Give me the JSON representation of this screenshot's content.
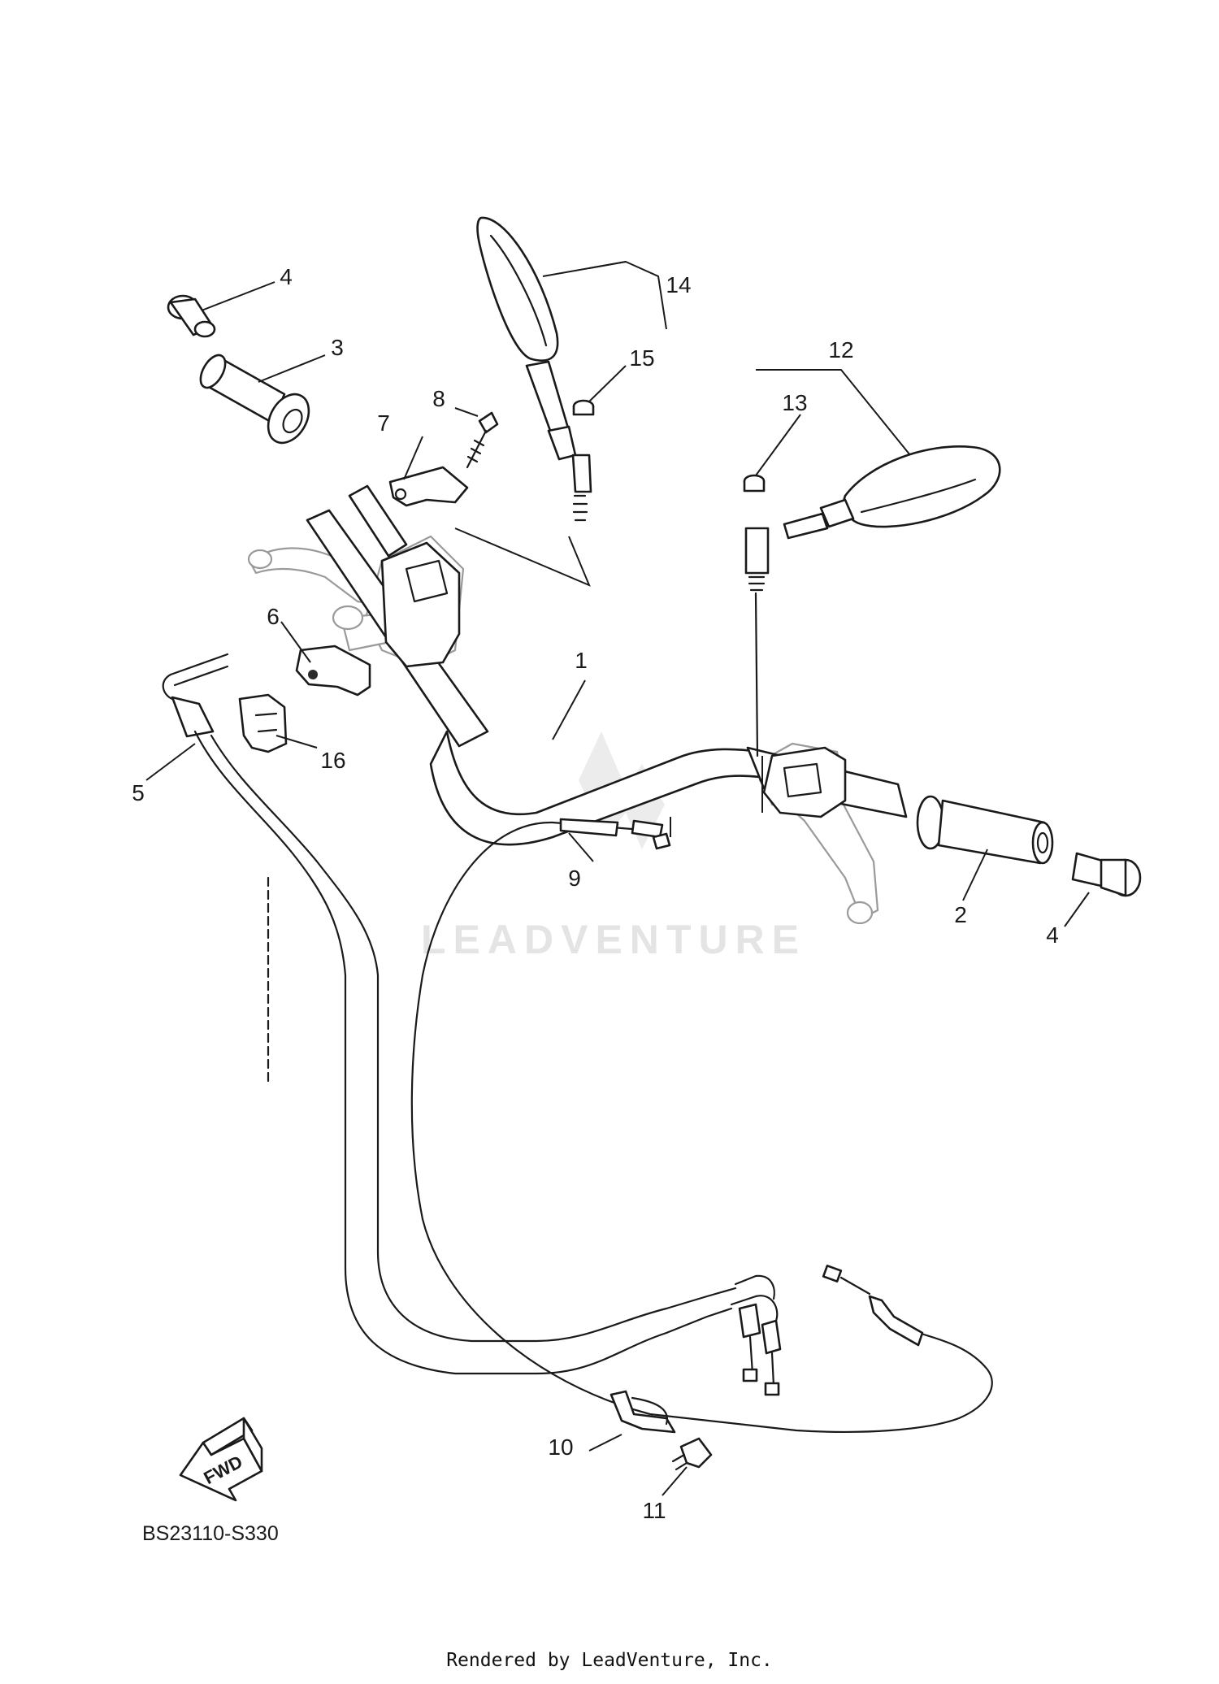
{
  "diagram": {
    "callouts": [
      "1",
      "2",
      "3",
      "4",
      "4",
      "5",
      "6",
      "7",
      "8",
      "9",
      "10",
      "11",
      "12",
      "13",
      "14",
      "15",
      "16"
    ],
    "direction_badge": "FWD",
    "figure_code": "BS23110-S330",
    "watermark": "LEADVENTURE",
    "footer": "Rendered by LeadVenture, Inc."
  },
  "colors": {
    "line": "#1a1a1a",
    "watermark": "#e4e4e4",
    "background": "#ffffff"
  }
}
